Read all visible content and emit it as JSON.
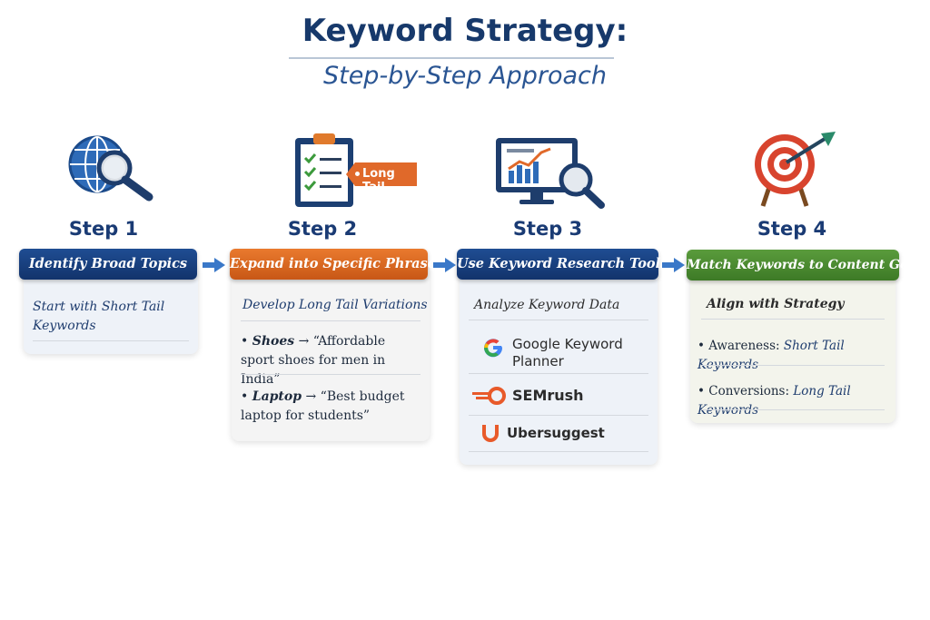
{
  "title": "Keyword Strategy:",
  "subtitle": "Step-by-Step Approach",
  "steps": [
    {
      "label": "Step 1",
      "header": "Identify Broad Topics",
      "text": "Start with Short Tail Keywords"
    },
    {
      "label": "Step 2",
      "header": "Expand into Specific Phrases",
      "tag": "Long Tail",
      "intro": "Develop Long Tail Variations",
      "examples": [
        {
          "term": "Shoes",
          "arrow": "→",
          "phrase": "“Affordable sport shoes for men in India”"
        },
        {
          "term": "Laptop",
          "arrow": "→",
          "phrase": "“Best budget laptop for students”"
        }
      ]
    },
    {
      "label": "Step 3",
      "header": "Use Keyword Research Tools",
      "intro": "Analyze Keyword Data",
      "tools": [
        "Google Keyword Planner",
        "SEMrush",
        "Ubersuggest"
      ]
    },
    {
      "label": "Step 4",
      "header": "Match Keywords to Content Goals",
      "intro": "Align with Strategy",
      "items": [
        {
          "key": "Awareness:",
          "value": "Short Tail Keywords"
        },
        {
          "key": "Conversions:",
          "value": "Long Tail Keywords"
        }
      ]
    }
  ],
  "colors": {
    "navy": "#17396b",
    "blue": "#1f4d93",
    "orange": "#e0692a",
    "green": "#4a8c30",
    "arrow": "#3a78c8"
  }
}
